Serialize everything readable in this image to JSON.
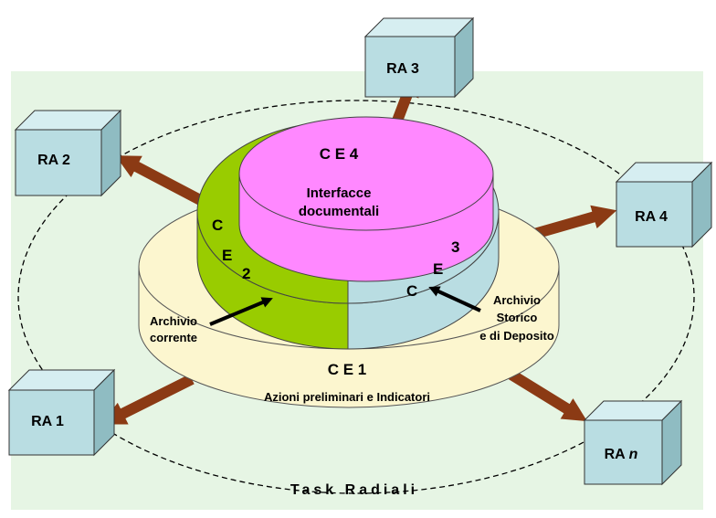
{
  "colors": {
    "background_panel": "#e6f5e4",
    "box_face": "#b9dde2",
    "ce1": "#fcf6cf",
    "ce2": "#99cc00",
    "ce3": "#b9dde2",
    "ce4": "#ff88ff",
    "arrow": "#8b3a14"
  },
  "boxes": {
    "ra1": {
      "label": "RA 1"
    },
    "ra2": {
      "label": "RA 2"
    },
    "ra3": {
      "label": "RA 3"
    },
    "ra4": {
      "label": "RA 4"
    },
    "ran": {
      "label": "RA ",
      "italic_suffix": "n"
    }
  },
  "ce1": {
    "title": "C E 1",
    "subtitle": "Azioni preliminari e Indicatori"
  },
  "ce2": {
    "letters": [
      "C",
      "E",
      "2"
    ]
  },
  "ce3": {
    "letters": [
      "3",
      "E",
      "C"
    ]
  },
  "ce4": {
    "title": "C E 4",
    "subtitle_line1": "Interfacce",
    "subtitle_line2": "documentali"
  },
  "archive_current": {
    "line1": "Archivio",
    "line2": "corrente"
  },
  "archive_historic": {
    "line1": "Archivio",
    "line2": "Storico",
    "line3": "e di Deposito"
  },
  "ring_label": "Task Radiali"
}
